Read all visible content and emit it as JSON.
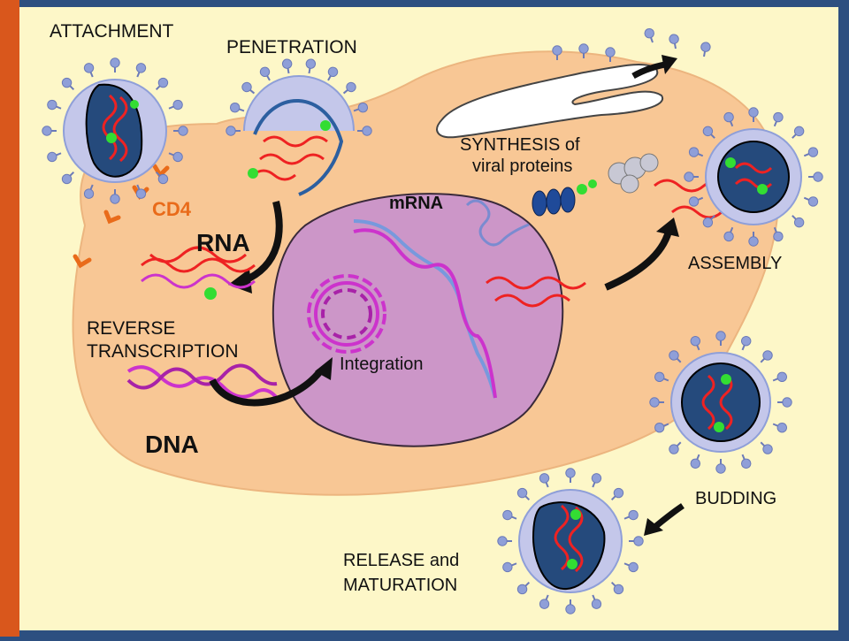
{
  "labels": {
    "attachment": "ATTACHMENT",
    "penetration": "PENETRATION",
    "cd4": "CD4",
    "rna": "RNA",
    "reverse_1": "REVERSE",
    "reverse_2": "TRANSCRIPTION",
    "dna": "DNA",
    "mrna": "mRNA",
    "synthesis_1": "SYNTHESIS of",
    "synthesis_2": "viral proteins",
    "integration": "Integration",
    "assembly": "ASSEMBLY",
    "budding": "BUDDING",
    "release_1": "RELEASE and",
    "release_2": "MATURATION"
  },
  "colors": {
    "frame": "#2d4f80",
    "left_bar": "#d9571c",
    "background": "#fdf7c8",
    "cell": "#f8c795",
    "nucleus": "#cc96c8",
    "capsid": "#254a7c",
    "spike": "#8f9fd8",
    "rna": "#ee2222",
    "dna": "#cc33cc",
    "mrna": "#7799dd",
    "arrow": "#111111",
    "cd4": "#e96b1a"
  }
}
